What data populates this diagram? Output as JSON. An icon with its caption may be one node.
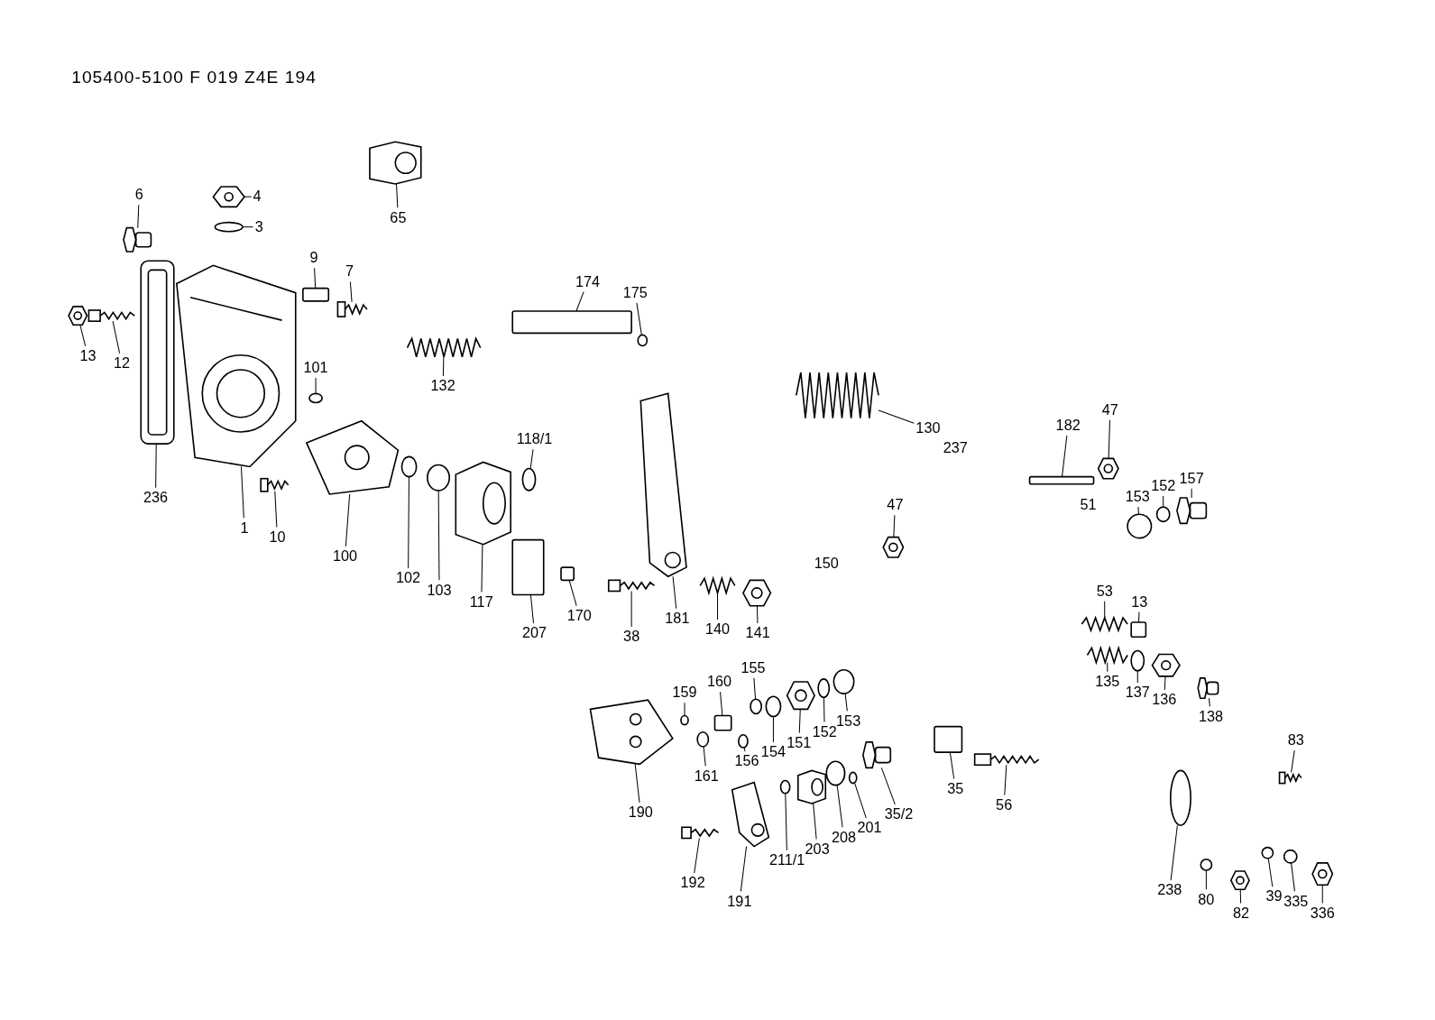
{
  "diagram": {
    "title": "105400-5100 F 019 Z4E 194",
    "nodes": [
      {
        "text": [
          "65"
        ]
      },
      {
        "text": [
          "6"
        ]
      },
      {
        "text": [
          "4"
        ]
      },
      {
        "text": [
          "3"
        ]
      },
      {
        "text": [
          "9"
        ]
      },
      {
        "text": [
          "7"
        ]
      },
      {
        "text": [
          "13"
        ]
      },
      {
        "text": [
          "12"
        ]
      },
      {
        "text": [
          "101"
        ]
      },
      {
        "text": [
          "132"
        ]
      },
      {
        "text": [
          "174"
        ]
      },
      {
        "text": [
          "175"
        ]
      },
      {
        "text": [
          "236"
        ]
      },
      {
        "text": [
          "1"
        ]
      },
      {
        "text": [
          "10"
        ]
      },
      {
        "text": [
          "100"
        ]
      },
      {
        "text": [
          "102"
        ]
      },
      {
        "text": [
          "103"
        ]
      },
      {
        "text": [
          "117"
        ]
      },
      {
        "text": [
          "118/1"
        ]
      },
      {
        "text": [
          "207"
        ]
      },
      {
        "text": [
          "170"
        ]
      },
      {
        "text": [
          "38"
        ]
      },
      {
        "text": [
          "181"
        ]
      },
      {
        "text": [
          "140"
        ]
      },
      {
        "text": [
          "141"
        ]
      },
      {
        "text": [
          "130"
        ]
      },
      {
        "text": [
          "47"
        ]
      },
      {
        "text": [
          "182"
        ]
      },
      {
        "text": [
          "153"
        ]
      },
      {
        "text": [
          "152"
        ]
      },
      {
        "text": [
          "157"
        ]
      },
      {
        "text": [
          "47"
        ]
      },
      {
        "text": [
          "53"
        ]
      },
      {
        "text": [
          "13"
        ]
      },
      {
        "text": [
          "135"
        ]
      },
      {
        "text": [
          "137"
        ]
      },
      {
        "text": [
          "136"
        ]
      },
      {
        "text": [
          "138"
        ]
      },
      {
        "text": [
          "83"
        ]
      },
      {
        "text": [
          "159"
        ]
      },
      {
        "text": [
          "160"
        ]
      },
      {
        "text": [
          "155"
        ]
      },
      {
        "text": [
          "161"
        ]
      },
      {
        "text": [
          "156"
        ]
      },
      {
        "text": [
          "154"
        ]
      },
      {
        "text": [
          "151"
        ]
      },
      {
        "text": [
          "152"
        ]
      },
      {
        "text": [
          "153"
        ]
      },
      {
        "text": [
          "35"
        ]
      },
      {
        "text": [
          "56"
        ]
      },
      {
        "text": [
          "190"
        ]
      },
      {
        "text": [
          "35/2"
        ]
      },
      {
        "text": [
          "201"
        ]
      },
      {
        "text": [
          "208"
        ]
      },
      {
        "text": [
          "203"
        ]
      },
      {
        "text": [
          "211/1"
        ]
      },
      {
        "text": [
          "192"
        ]
      },
      {
        "text": [
          "191"
        ]
      },
      {
        "text": [
          "238"
        ]
      },
      {
        "text": [
          "80"
        ]
      },
      {
        "text": [
          "82"
        ]
      },
      {
        "text": [
          "39"
        ]
      },
      {
        "text": [
          "335"
        ]
      },
      {
        "text": [
          "336"
        ]
      },
      {
        "text": [],
        "shape": "picture"
      },
      {
        "text": [],
        "shape": "picture"
      },
      {
        "text": [],
        "shape": "picture"
      },
      {
        "text": [],
        "shape": "circle"
      },
      {
        "text": [],
        "shape": "box"
      },
      {
        "text": [],
        "shape": "picture"
      },
      {
        "text": [],
        "shape": "picture"
      },
      {
        "text": [],
        "shape": "picture"
      },
      {
        "text": [],
        "shape": "circle"
      },
      {
        "text": [],
        "shape": "picture"
      },
      {
        "text": [],
        "shape": "box"
      },
      {
        "text": [],
        "shape": "circle"
      },
      {
        "text": [],
        "shape": "picture"
      },
      {
        "text": [],
        "shape": "picture"
      },
      {
        "text": [],
        "shape": "picture"
      },
      {
        "text": [],
        "shape": "picture"
      },
      {
        "text": [],
        "shape": "circle"
      },
      {
        "text": [],
        "shape": "circle"
      },
      {
        "text": [],
        "shape": "picture"
      },
      {
        "text": [],
        "shape": "circle"
      },
      {
        "text": [],
        "shape": "box"
      },
      {
        "text": [],
        "shape": "box"
      },
      {
        "text": [],
        "shape": "picture"
      },
      {
        "text": [],
        "shape": "picture"
      },
      {
        "text": [],
        "shape": "picture"
      },
      {
        "text": [],
        "shape": "picture"
      },
      {
        "text": [],
        "shape": "picture"
      },
      {
        "text": [],
        "shape": "picture"
      },
      {
        "text": [],
        "shape": "box"
      },
      {
        "text": [],
        "shape": "circle"
      },
      {
        "text": [],
        "shape": "circle"
      },
      {
        "text": [],
        "shape": "picture"
      },
      {
        "text": [],
        "shape": "picture"
      },
      {
        "text": [],
        "shape": "picture"
      },
      {
        "text": [],
        "shape": "box"
      },
      {
        "text": [],
        "shape": "picture"
      },
      {
        "text": [],
        "shape": "circle"
      },
      {
        "text": [],
        "shape": "picture"
      },
      {
        "text": [],
        "shape": "picture"
      },
      {
        "text": [],
        "shape": "picture"
      },
      {
        "text": [],
        "shape": "circle"
      },
      {
        "text": [],
        "shape": "box"
      },
      {
        "text": [],
        "shape": "circle"
      },
      {
        "text": [],
        "shape": "circle"
      },
      {
        "text": [],
        "shape": "circle"
      },
      {
        "text": [],
        "shape": "circle"
      },
      {
        "text": [],
        "shape": "picture"
      },
      {
        "text": [],
        "shape": "circle"
      },
      {
        "text": [],
        "shape": "circle"
      },
      {
        "text": [],
        "shape": "box"
      },
      {
        "text": [],
        "shape": "picture"
      },
      {
        "text": [],
        "shape": "picture"
      },
      {
        "text": [],
        "shape": "picture"
      },
      {
        "text": [],
        "shape": "circle"
      },
      {
        "text": [],
        "shape": "circle"
      },
      {
        "text": [],
        "shape": "picture"
      },
      {
        "text": [],
        "shape": "circle"
      },
      {
        "text": [],
        "shape": "picture"
      },
      {
        "text": [],
        "shape": "picture"
      },
      {
        "text": [],
        "shape": "circle"
      },
      {
        "text": [],
        "shape": "circle"
      },
      {
        "text": [],
        "shape": "picture"
      },
      {
        "text": [],
        "shape": "circle"
      },
      {
        "text": [],
        "shape": "circle"
      },
      {
        "text": [],
        "shape": "picture"
      }
    ],
    "edges": [
      {
        "from": 0,
        "to": 65,
        "arrow": "none"
      },
      {
        "from": 1,
        "to": 66,
        "arrow": "none"
      },
      {
        "from": 2,
        "to": 67,
        "arrow": "none"
      },
      {
        "from": 3,
        "to": 68,
        "arrow": "none"
      },
      {
        "from": 4,
        "to": 69,
        "arrow": "none"
      },
      {
        "from": 5,
        "to": 70,
        "arrow": "none"
      },
      {
        "from": 6,
        "to": 71,
        "arrow": "none"
      },
      {
        "from": 7,
        "to": 72,
        "arrow": "none"
      },
      {
        "from": 8,
        "to": 73,
        "arrow": "none"
      },
      {
        "from": 9,
        "to": 74,
        "arrow": "none"
      },
      {
        "from": 10,
        "to": 75,
        "arrow": "none"
      },
      {
        "from": 11,
        "to": 76,
        "arrow": "none"
      },
      {
        "from": 12,
        "to": 77,
        "arrow": "none"
      },
      {
        "from": 13,
        "to": 78,
        "arrow": "none"
      },
      {
        "from": 14,
        "to": 79,
        "arrow": "none"
      },
      {
        "from": 15,
        "to": 80,
        "arrow": "none"
      },
      {
        "from": 16,
        "to": 81,
        "arrow": "none"
      },
      {
        "from": 17,
        "to": 82,
        "arrow": "none"
      },
      {
        "from": 18,
        "to": 83,
        "arrow": "none"
      },
      {
        "from": 19,
        "to": 84,
        "arrow": "none"
      },
      {
        "from": 20,
        "to": 85,
        "arrow": "none"
      },
      {
        "from": 21,
        "to": 86,
        "arrow": "none"
      },
      {
        "from": 22,
        "to": 87,
        "arrow": "none"
      },
      {
        "from": 23,
        "to": 88,
        "arrow": "none"
      },
      {
        "from": 24,
        "to": 89,
        "arrow": "none"
      },
      {
        "from": 25,
        "to": 90,
        "arrow": "none"
      },
      {
        "from": 26,
        "to": 91,
        "arrow": "none"
      },
      {
        "from": 27,
        "to": 92,
        "arrow": "none"
      },
      {
        "from": 28,
        "to": 93,
        "arrow": "none"
      },
      {
        "from": 29,
        "to": 94,
        "arrow": "none"
      },
      {
        "from": 30,
        "to": 95,
        "arrow": "none"
      },
      {
        "from": 31,
        "to": 96,
        "arrow": "none"
      },
      {
        "from": 32,
        "to": 97,
        "arrow": "none"
      },
      {
        "from": 33,
        "to": 98,
        "arrow": "none"
      },
      {
        "from": 34,
        "to": 99,
        "arrow": "none"
      },
      {
        "from": 35,
        "to": 100,
        "arrow": "none"
      },
      {
        "from": 36,
        "to": 101,
        "arrow": "none"
      },
      {
        "from": 37,
        "to": 102,
        "arrow": "none"
      },
      {
        "from": 38,
        "to": 103,
        "arrow": "none"
      },
      {
        "from": 39,
        "to": 104,
        "arrow": "none"
      },
      {
        "from": 40,
        "to": 105,
        "arrow": "none"
      },
      {
        "from": 41,
        "to": 106,
        "arrow": "none"
      },
      {
        "from": 42,
        "to": 107,
        "arrow": "none"
      },
      {
        "from": 43,
        "to": 108,
        "arrow": "none"
      },
      {
        "from": 44,
        "to": 109,
        "arrow": "none"
      },
      {
        "from": 45,
        "to": 110,
        "arrow": "none"
      },
      {
        "from": 46,
        "to": 111,
        "arrow": "none"
      },
      {
        "from": 47,
        "to": 112,
        "arrow": "none"
      },
      {
        "from": 48,
        "to": 113,
        "arrow": "none"
      },
      {
        "from": 49,
        "to": 114,
        "arrow": "none"
      },
      {
        "from": 50,
        "to": 115,
        "arrow": "none"
      },
      {
        "from": 51,
        "to": 116,
        "arrow": "none"
      },
      {
        "from": 52,
        "to": 117,
        "arrow": "none"
      },
      {
        "from": 53,
        "to": 118,
        "arrow": "none"
      },
      {
        "from": 54,
        "to": 119,
        "arrow": "none"
      },
      {
        "from": 55,
        "to": 120,
        "arrow": "none"
      },
      {
        "from": 56,
        "to": 121,
        "arrow": "none"
      },
      {
        "from": 57,
        "to": 122,
        "arrow": "none"
      },
      {
        "from": 58,
        "to": 123,
        "arrow": "none"
      },
      {
        "from": 59,
        "to": 124,
        "arrow": "none"
      },
      {
        "from": 60,
        "to": 125,
        "arrow": "none"
      },
      {
        "from": 61,
        "to": 126,
        "arrow": "none"
      },
      {
        "from": 62,
        "to": 127,
        "arrow": "none"
      },
      {
        "from": 63,
        "to": 128,
        "arrow": "none"
      },
      {
        "from": 64,
        "to": 129,
        "arrow": "none"
      }
    ],
    "labels": [
      "237",
      "150",
      "51"
    ]
  }
}
